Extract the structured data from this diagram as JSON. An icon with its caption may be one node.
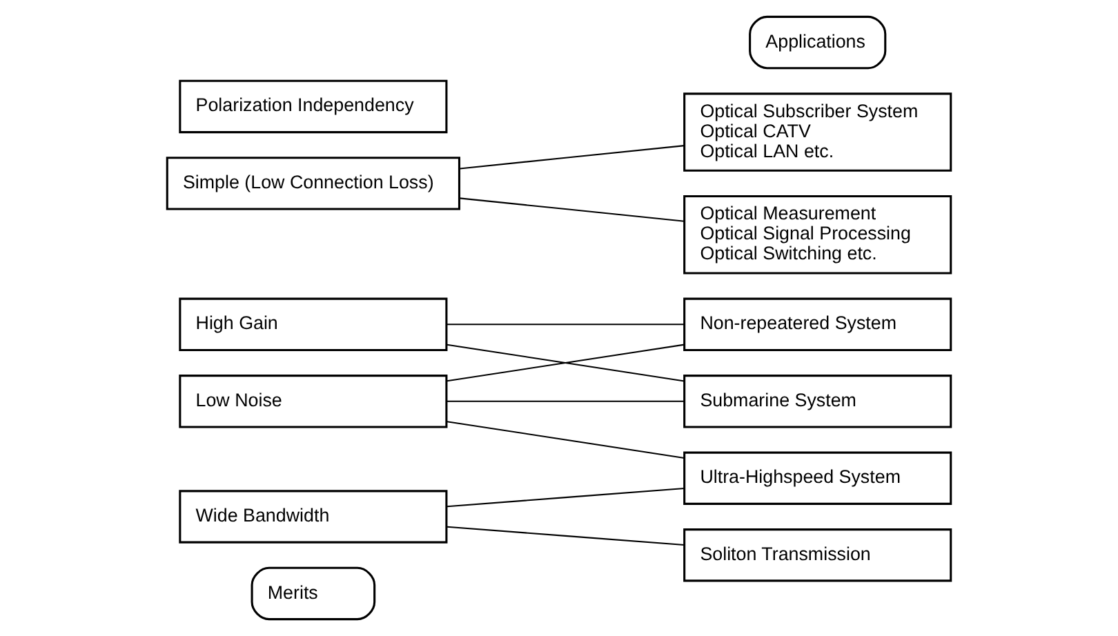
{
  "diagram": {
    "nodes": [
      {
        "text": [
          "Merits"
        ]
      },
      {
        "text": [
          "Applications"
        ]
      },
      {
        "text": [
          "Low Noise"
        ]
      },
      {
        "text": [
          "High Gain"
        ]
      },
      {
        "text": [
          "Wide Bandwidth"
        ]
      },
      {
        "text": [
          "Simple (Low Connection Loss)"
        ]
      },
      {
        "text": [
          "Polarization Independency"
        ]
      },
      {
        "text": [
          "Non-repeatered System"
        ]
      },
      {
        "text": [
          "Submarine System"
        ]
      },
      {
        "text": [
          "Ultra-Highspeed System"
        ]
      },
      {
        "text": [
          "Soliton Transmission"
        ]
      },
      {
        "text": [
          "Optical Subscriber System",
          "Optical CATV",
          "Optical LAN etc."
        ]
      },
      {
        "text": [
          "Optical Measurement",
          "Optical Signal Processing",
          "Optical Switching etc."
        ]
      }
    ],
    "edges": [
      {
        "from": 2,
        "to": 7,
        "arrow": "none"
      },
      {
        "from": 2,
        "to": 8,
        "arrow": "none"
      },
      {
        "from": 2,
        "to": 9,
        "arrow": "none"
      },
      {
        "from": 3,
        "to": 7,
        "arrow": "none"
      },
      {
        "from": 3,
        "to": 8,
        "arrow": "none"
      },
      {
        "from": 4,
        "to": 9,
        "arrow": "none"
      },
      {
        "from": 4,
        "to": 10,
        "arrow": "none"
      },
      {
        "from": 5,
        "to": 11,
        "arrow": "none"
      },
      {
        "from": 5,
        "to": 12,
        "arrow": "none"
      }
    ]
  }
}
